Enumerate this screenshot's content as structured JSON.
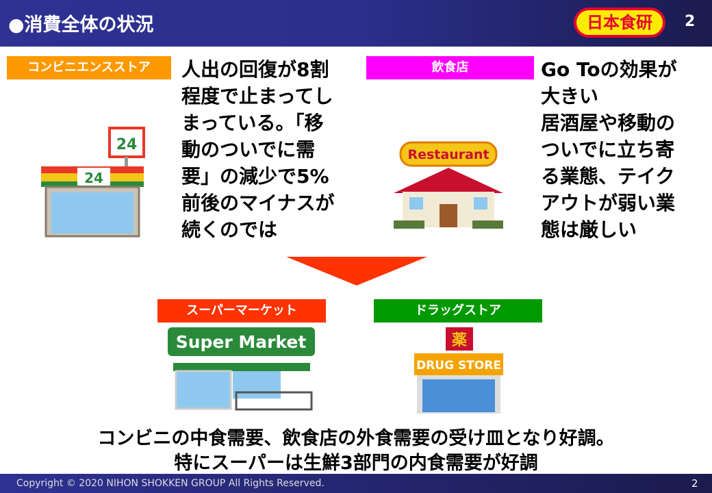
{
  "header": {
    "title": "●消費全体の状況",
    "logo": "日本食研",
    "page": "2"
  },
  "convenience": {
    "label": "コンビニエンスストア",
    "text": "人出の回復が8割\n程度で止まってし\nまっている。「移\n動のついでに需\n要」の減少で5%\n前後のマイナスが\n続くのでは",
    "sign": "24"
  },
  "restaurant": {
    "label": "飲食店",
    "text": "Go Toの効果が\n大きい\n居酒屋や移動の\nついでに立ち寄\nる業態、テイク\nアウトが弱い業\n態は厳しい",
    "sign": "Restaurant"
  },
  "supermarket": {
    "label": "スーパーマーケット",
    "sign": "Super Market"
  },
  "drugstore": {
    "label": "ドラッグストア",
    "sign": "DRUG STORE",
    "kanji": "薬"
  },
  "summary": {
    "line1": "コンビニの中食需要、飲食店の外食需要の受け皿となり好調。",
    "line2": "特にスーパーは生鮮3部門の内食需要が好調"
  },
  "footer": {
    "copyright": "Copyright © 2020 NIHON SHOKKEN GROUP All Rights Reserved.",
    "page": "2"
  },
  "colors": {
    "convenience": "#ff9900",
    "restaurant": "#ff00ff",
    "supermarket": "#ff3300",
    "drugstore": "#009900",
    "arrow": "#ff3300"
  }
}
